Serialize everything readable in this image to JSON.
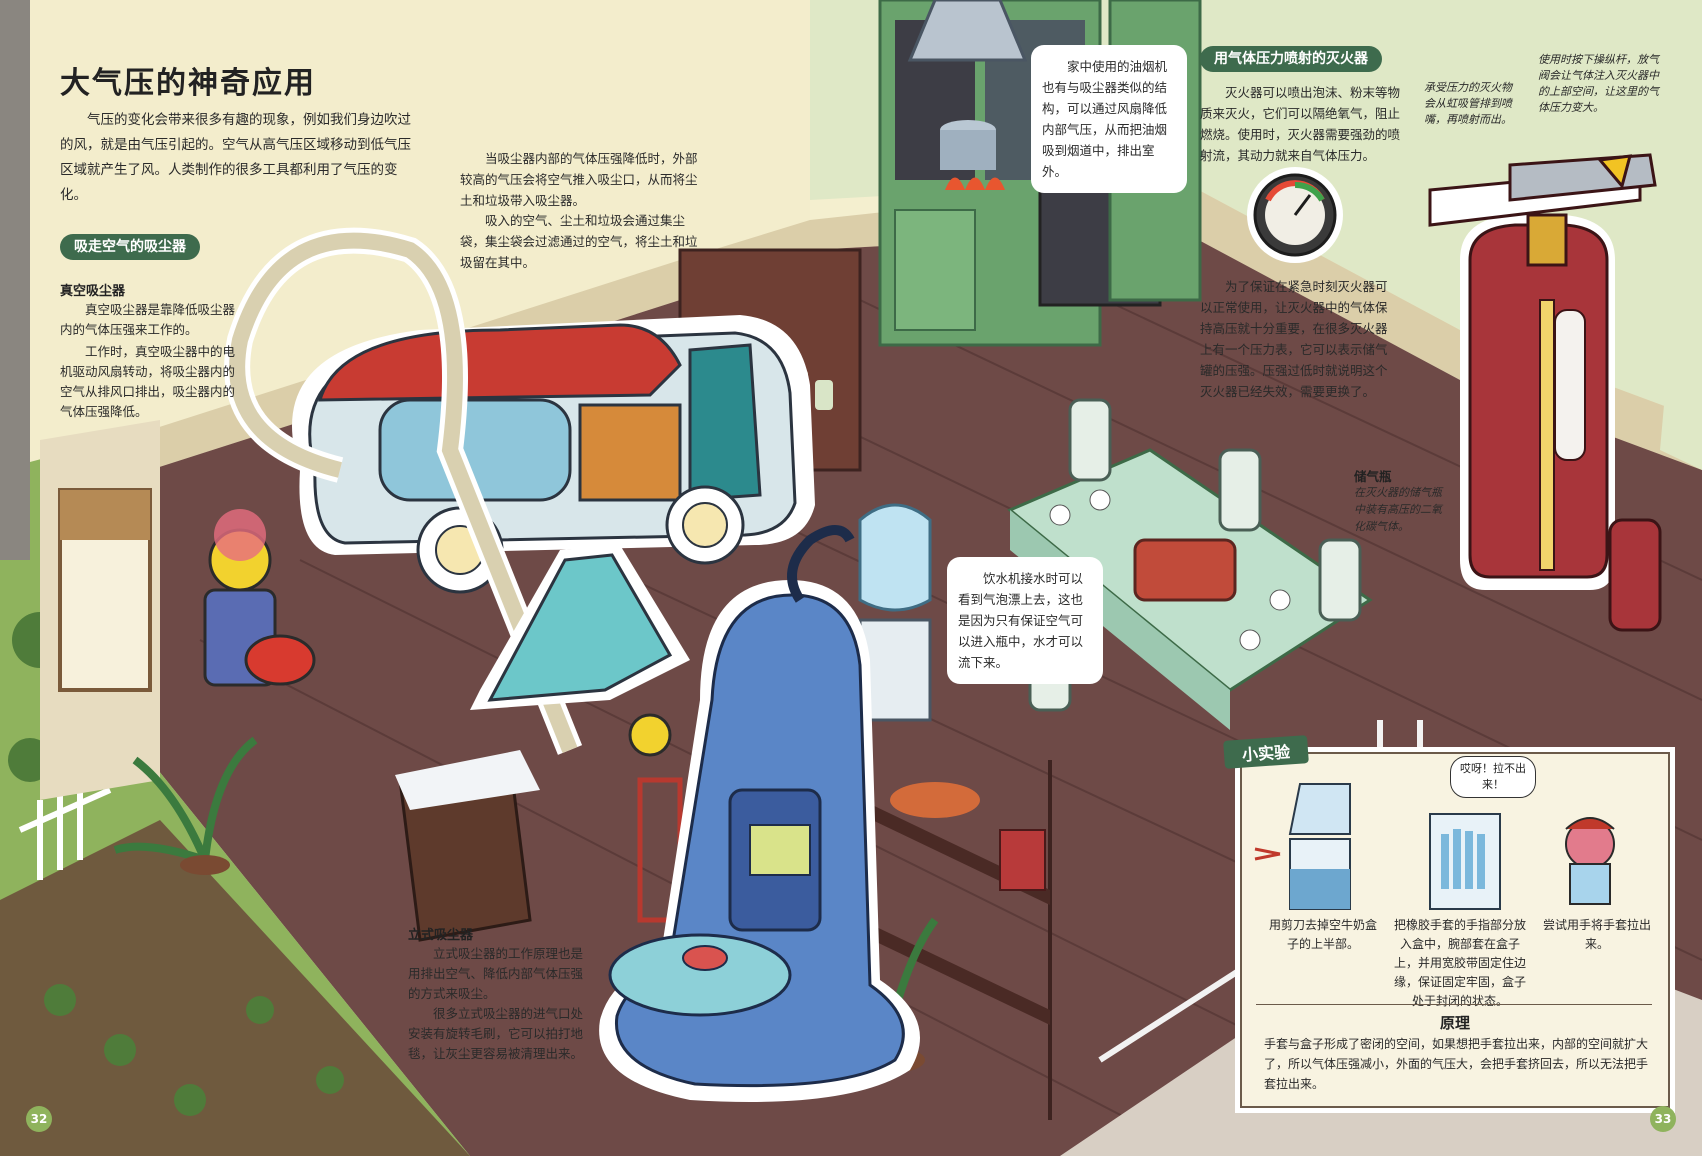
{
  "left_page": {
    "title": "大气压的神奇应用",
    "intro": "气压的变化会带来很多有趣的现象，例如我们身边吹过的风，就是由气压引起的。空气从高气压区域移动到低气压区域就产生了风。人类制作的很多工具都利用了气压的变化。",
    "section_label": "吸走空气的吸尘器",
    "vacuum": {
      "heading": "真空吸尘器",
      "p1": "真空吸尘器是靠降低吸尘器内的气体压强来工作的。",
      "p2": "工作时，真空吸尘器中的电机驱动风扇转动，将吸尘器内的空气从排风口排出，吸尘器内的气体压强降低。"
    },
    "center_text": {
      "p1": "当吸尘器内部的气体压强降低时，外部较高的气压会将空气推入吸尘口，从而将尘土和垃圾带入吸尘器。",
      "p2": "吸入的空气、尘土和垃圾会通过集尘袋，集尘袋会过滤通过的空气，将尘土和垃圾留在其中。"
    },
    "upright": {
      "heading": "立式吸尘器",
      "p1": "立式吸尘器的工作原理也是用排出空气、降低内部气体压强的方式来吸尘。",
      "p2": "很多立式吸尘器的进气口处安装有旋转毛刷，它可以拍打地毯，让灰尘更容易被清理出来。"
    },
    "page_number": "32"
  },
  "callouts": {
    "range_hood": "家中使用的油烟机也有与吸尘器类似的结构，可以通过风扇降低内部气压，从而把油烟吸到烟道中，排出室外。",
    "water_dispenser": "饮水机接水时可以看到气泡漂上去，这也是因为只有保证空气可以进入瓶中，水才可以流下来。"
  },
  "right_page": {
    "section_label": "用气体压力喷射的灭火器",
    "p1": "灭火器可以喷出泡沫、粉末等物质来灭火，它们可以隔绝氧气，阻止燃烧。使用时，灭火器需要强劲的喷射流，其动力就来自气体压力。",
    "gauge_text": "为了保证在紧急时刻灭火器可以正常使用，让灭火器中的气体保持高压就十分重要，在很多灭火器上有一个压力表，它可以表示储气罐的压强。压强过低时就说明这个灭火器已经失效，需要更换了。",
    "annotation_left": "承受压力的灭火物会从虹吸管排到喷嘴，再喷射而出。",
    "annotation_right": "使用时按下操纵杆，放气阀会让气体注入灭火器中的上部空间，让这里的气体压力变大。",
    "gas_cylinder": {
      "heading": "储气瓶",
      "text": "在灭火器的储气瓶中装有高压的二氧化碳气体。"
    },
    "experiment": {
      "badge": "小实验",
      "speech": "哎呀！拉不出来！",
      "step1": "用剪刀去掉空牛奶盒子的上半部。",
      "step2": "把橡胶手套的手指部分放入盒中，腕部套在盒子上，并用宽胶带固定住边缘，保证固定牢固，盒子处于封闭的状态。",
      "step3": "尝试用手将手套拉出来。",
      "principle_heading": "原理",
      "principle_text": "手套与盒子形成了密闭的空间，如果想把手套拉出来，内部的空间就扩大了，所以气体压强减小，外面的气压大，会把手套挤回去，所以无法把手套拉出来。"
    },
    "page_number": "33"
  },
  "colors": {
    "pill_green": "#3e6b4d",
    "floor": "#6e4a47",
    "wall_left": "#f3edcc",
    "wall_right": "#dfe8c6",
    "extinguisher_red": "#a8353a",
    "vacuum_teal": "#3e9da2"
  }
}
